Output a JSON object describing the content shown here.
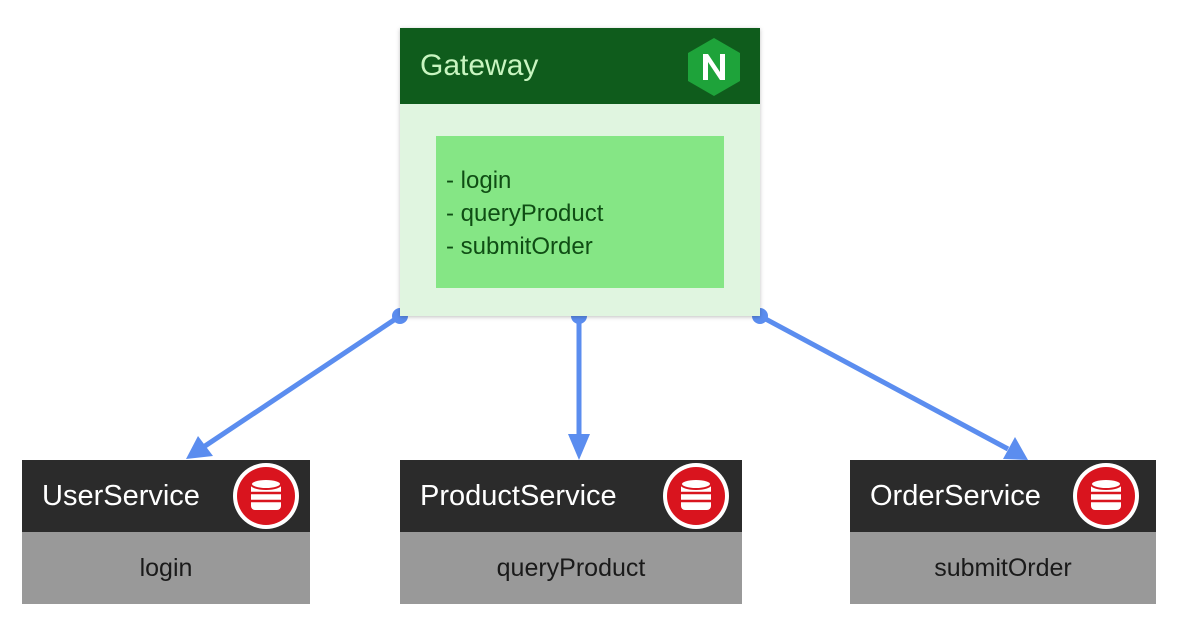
{
  "gateway": {
    "title": "Gateway",
    "icon": "nginx-logo-icon",
    "routes": [
      "- login",
      "- queryProduct",
      "- submitOrder"
    ]
  },
  "services": [
    {
      "title": "UserService",
      "operation": "login",
      "icon": "database-icon"
    },
    {
      "title": "ProductService",
      "operation": "queryProduct",
      "icon": "database-icon"
    },
    {
      "title": "OrderService",
      "operation": "submitOrder",
      "icon": "database-icon"
    }
  ],
  "colors": {
    "gateway_header": "#0f5c1c",
    "gateway_body": "#e0f5e0",
    "route_box": "#85e685",
    "service_header": "#2b2b2b",
    "service_body": "#999999",
    "arrow": "#5b8def",
    "db_red": "#d9141e"
  }
}
